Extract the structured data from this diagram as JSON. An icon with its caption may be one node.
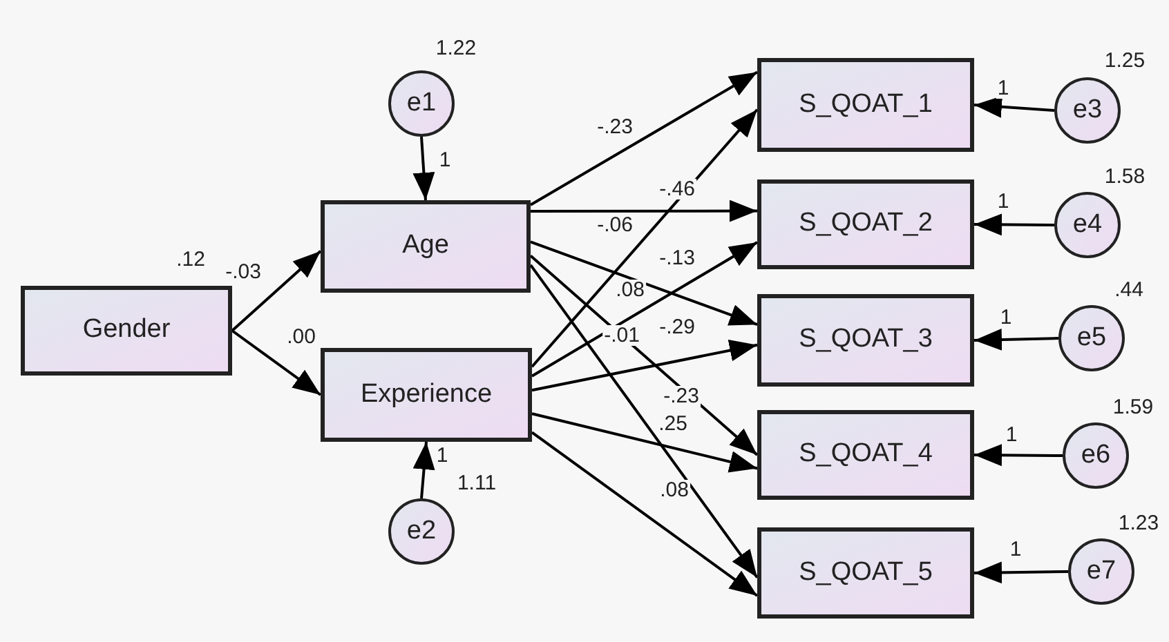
{
  "diagram": {
    "nodes": [
      {
        "text": [
          "Gender"
        ],
        "beside": [
          ".12"
        ]
      },
      {
        "text": [
          "Age"
        ]
      },
      {
        "text": [
          "Experience"
        ]
      },
      {
        "text": [
          "S_QOAT_1"
        ]
      },
      {
        "text": [
          "S_QOAT_2"
        ]
      },
      {
        "text": [
          "S_QOAT_3"
        ]
      },
      {
        "text": [
          "S_QOAT_4"
        ]
      },
      {
        "text": [
          "S_QOAT_5"
        ]
      },
      {
        "text": [
          "e1"
        ],
        "beside": [
          "1.22"
        ]
      },
      {
        "text": [
          "e2"
        ],
        "beside": [
          "1.11"
        ]
      },
      {
        "text": [
          "e3"
        ],
        "beside": [
          "1.25"
        ]
      },
      {
        "text": [
          "e4"
        ],
        "beside": [
          "1.58"
        ]
      },
      {
        "text": [
          "e5"
        ],
        "beside": [
          ".44"
        ]
      },
      {
        "text": [
          "e6"
        ],
        "beside": [
          "1.59"
        ]
      },
      {
        "text": [
          "e7"
        ],
        "beside": [
          "1.23"
        ]
      }
    ],
    "edges": [
      {
        "from": 0,
        "to": 1,
        "arrow": "to",
        "label": "-.03"
      },
      {
        "from": 0,
        "to": 2,
        "arrow": "to",
        "label": ".00"
      },
      {
        "from": 8,
        "to": 1,
        "arrow": "to",
        "label": "1"
      },
      {
        "from": 9,
        "to": 2,
        "arrow": "to",
        "label": "1"
      },
      {
        "from": 1,
        "to": 3,
        "arrow": "to",
        "label": "-.23"
      },
      {
        "from": 1,
        "to": 4,
        "arrow": "to",
        "label": "-.06"
      },
      {
        "from": 1,
        "to": 5,
        "arrow": "to",
        "label": ".08"
      },
      {
        "from": 1,
        "to": 6,
        "arrow": "to",
        "label": "-.01"
      },
      {
        "from": 1,
        "to": 7,
        "arrow": "to",
        "label": "-.23"
      },
      {
        "from": 2,
        "to": 3,
        "arrow": "to",
        "label": "-.46"
      },
      {
        "from": 2,
        "to": 4,
        "arrow": "to",
        "label": "-.13"
      },
      {
        "from": 2,
        "to": 5,
        "arrow": "to",
        "label": "-.29"
      },
      {
        "from": 2,
        "to": 6,
        "arrow": "to",
        "label": ".25"
      },
      {
        "from": 2,
        "to": 7,
        "arrow": "to",
        "label": ".08"
      },
      {
        "from": 10,
        "to": 3,
        "arrow": "to",
        "label": "1"
      },
      {
        "from": 11,
        "to": 4,
        "arrow": "to",
        "label": "1"
      },
      {
        "from": 12,
        "to": 5,
        "arrow": "to",
        "label": "1"
      },
      {
        "from": 13,
        "to": 6,
        "arrow": "to",
        "label": "1"
      },
      {
        "from": 14,
        "to": 7,
        "arrow": "to",
        "label": "1"
      }
    ]
  }
}
